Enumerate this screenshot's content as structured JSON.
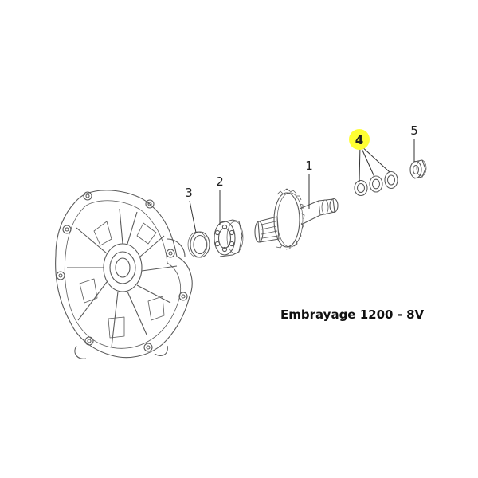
{
  "caption": "Embrayage 1200 - 8V",
  "callouts": [
    {
      "label": "1",
      "part": "primary-shaft"
    },
    {
      "label": "2",
      "part": "ball-bearing"
    },
    {
      "label": "3",
      "part": "seal-ring"
    },
    {
      "label": "4",
      "part": "shim-washers",
      "highlight": "#ffff33"
    },
    {
      "label": "5",
      "part": "end-bearing"
    }
  ],
  "colors": {
    "stroke": "#555555",
    "highlight": "#ffff33"
  }
}
